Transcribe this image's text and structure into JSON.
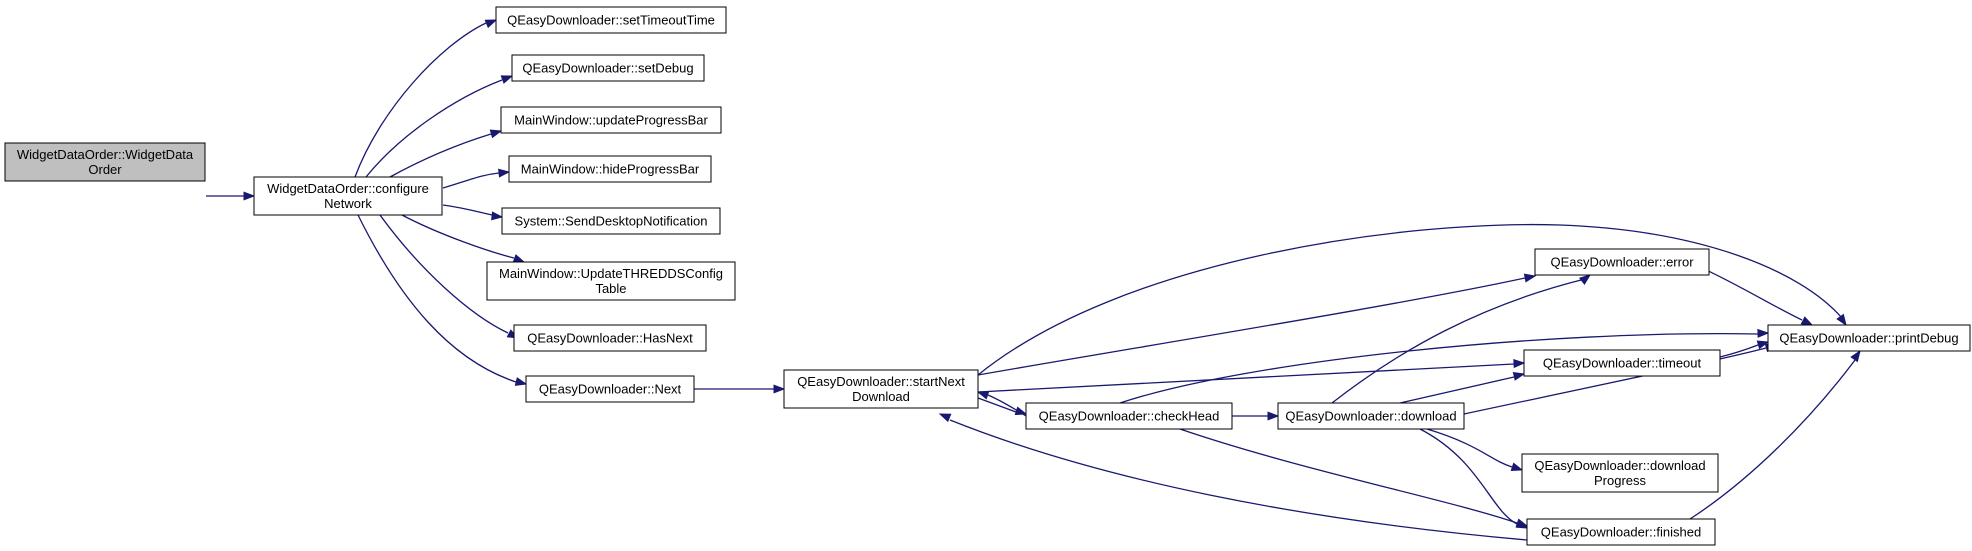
{
  "colors": {
    "edge": "#191970",
    "root_fill": "#bfbfbf",
    "node_fill": "#ffffff",
    "node_stroke": "#000000"
  },
  "nodes": {
    "widget_ctor": [
      "WidgetDataOrder::WidgetData",
      "Order"
    ],
    "configure": [
      "WidgetDataOrder::configure",
      "Network"
    ],
    "set_timeout_time": [
      "QEasyDownloader::setTimeoutTime"
    ],
    "set_debug": [
      "QEasyDownloader::setDebug"
    ],
    "update_progress_bar": [
      "MainWindow::updateProgressBar"
    ],
    "hide_progress_bar": [
      "MainWindow::hideProgressBar"
    ],
    "send_notification": [
      "System::SendDesktopNotification"
    ],
    "update_thredds": [
      "MainWindow::UpdateTHREDDSConfig",
      "Table"
    ],
    "has_next": [
      "QEasyDownloader::HasNext"
    ],
    "next": [
      "QEasyDownloader::Next"
    ],
    "start_next": [
      "QEasyDownloader::startNext",
      "Download"
    ],
    "check_head": [
      "QEasyDownloader::checkHead"
    ],
    "download": [
      "QEasyDownloader::download"
    ],
    "error": [
      "QEasyDownloader::error"
    ],
    "timeout": [
      "QEasyDownloader::timeout"
    ],
    "download_progress": [
      "QEasyDownloader::download",
      "Progress"
    ],
    "finished": [
      "QEasyDownloader::finished"
    ],
    "print_debug": [
      "QEasyDownloader::printDebug"
    ]
  }
}
